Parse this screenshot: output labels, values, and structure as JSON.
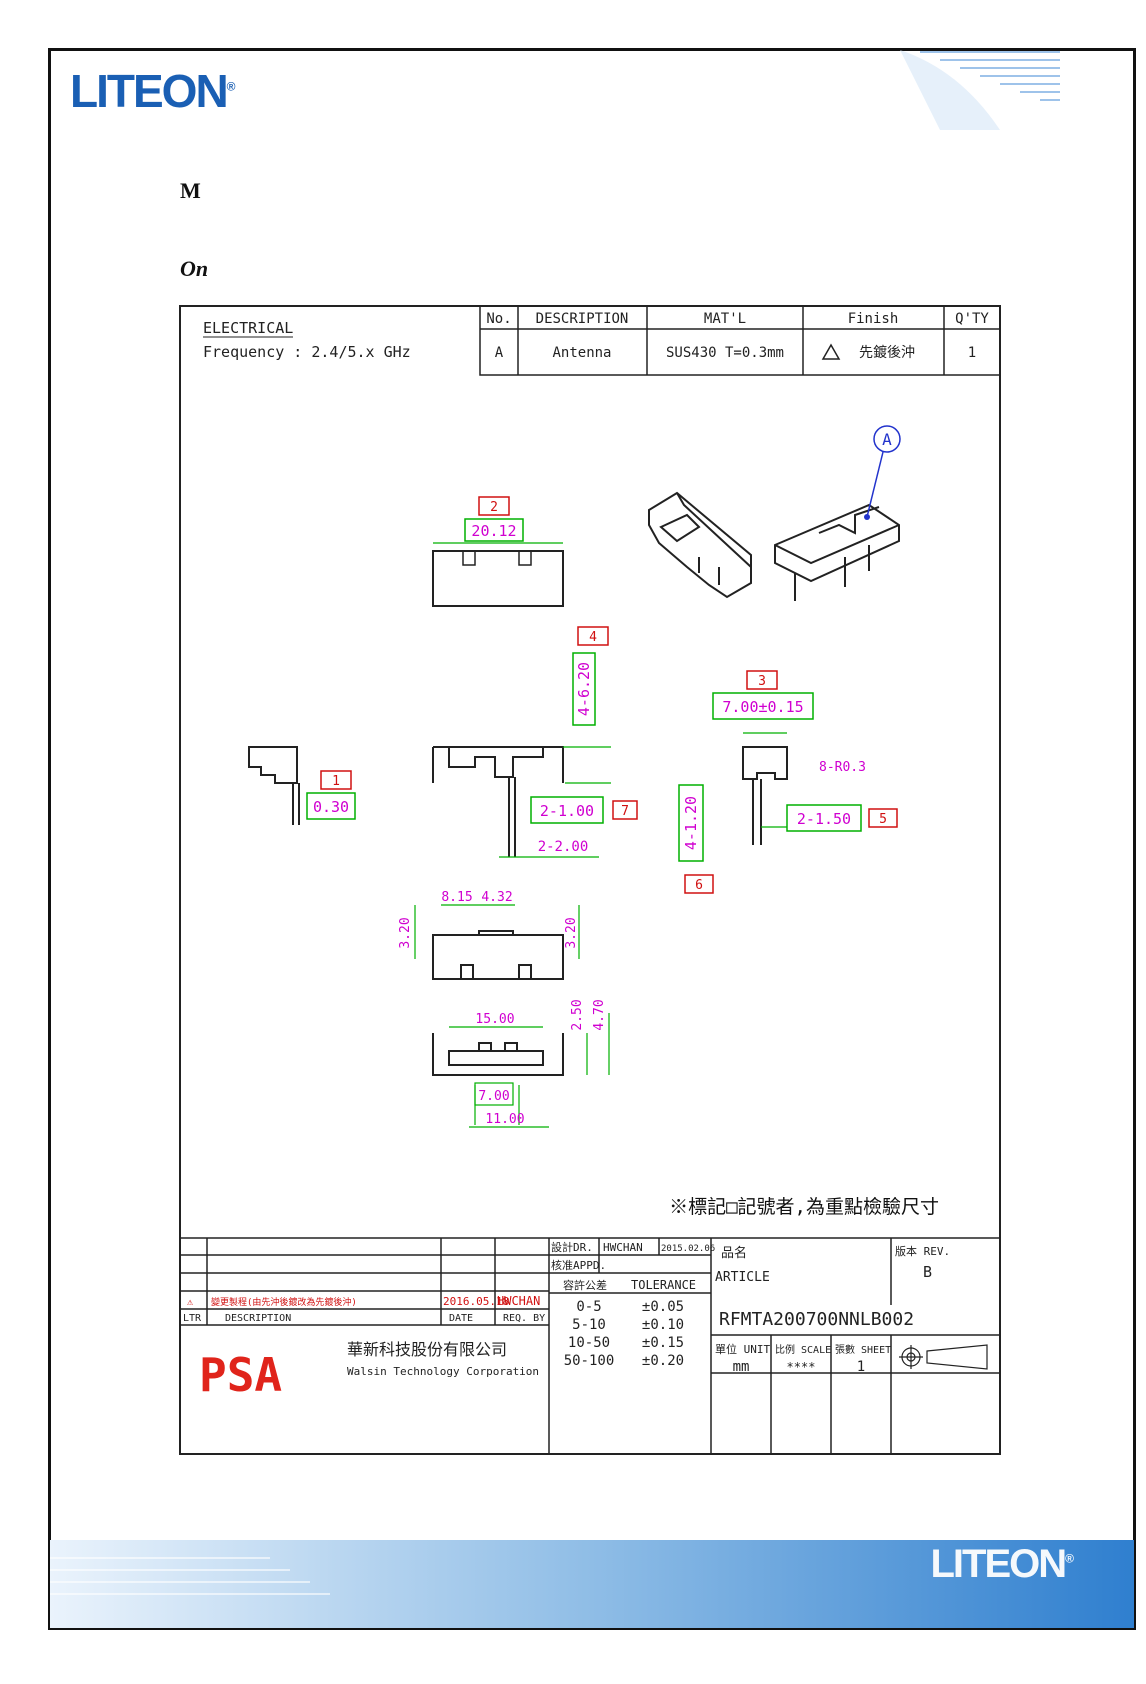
{
  "brand": {
    "logo_top": "LITEON",
    "logo_bottom": "LITEON",
    "registered": "®"
  },
  "headings": {
    "h1": "M",
    "h2": "On"
  },
  "spec_block": {
    "label": "ELECTRICAL",
    "frequency": "Frequency : 2.4/5.x GHz"
  },
  "bom": {
    "headers": [
      "No.",
      "DESCRIPTION",
      "MAT'L",
      "Finish",
      "Q'TY"
    ],
    "row": [
      "A",
      "Antenna",
      "SUS430 T=0.3mm",
      "先鍍後沖",
      "1"
    ]
  },
  "callout_letter": "A",
  "dimensions": {
    "d2": {
      "tag": "2",
      "value": "20.12"
    },
    "d4": {
      "tag": "4",
      "value": "4-6.20"
    },
    "d3": {
      "tag": "3",
      "value": "7.00±0.15"
    },
    "radius": "8-R0.3",
    "d1": {
      "tag": "1",
      "value": "0.30"
    },
    "d7": {
      "tag": "7",
      "value": "2-1.00"
    },
    "d_2_00": "2-2.00",
    "d5": {
      "tag": "5",
      "value": "2-1.50"
    },
    "d6": {
      "tag": "6",
      "value": "4-1.20"
    },
    "d8_15": "8.15",
    "d4_32": "4.32",
    "d3_20_left": "3.20",
    "d3_20_right": "3.20",
    "d15_00": "15.00",
    "d2_50": "2.50",
    "d4_70": "4.70",
    "d7_00": "7.00",
    "d11_00": "11.00"
  },
  "note": "※標記□記號者,為重點檢驗尺寸",
  "title_block": {
    "revision_row": {
      "mark": "⚠",
      "description": "變更製程(由先沖後鍍改為先鍍後沖)",
      "date": "2016.05.18",
      "by": "HWCHAN"
    },
    "ltr": "LTR",
    "description_h": "DESCRIPTION",
    "date_h": "DATE",
    "req_by_h": "REQ. BY",
    "company_cn": "華新科技股份有限公司",
    "company_en": "Walsin Technology Corporation",
    "company_logo": "PSA",
    "designed_label": "設計DR.",
    "designer": "HWCHAN",
    "design_date": "2015.02.06",
    "approved_label": "核准APPD.",
    "tolerance_label_cn": "容許公差",
    "tolerance_label": "TOLERANCE",
    "tolerances": [
      [
        "0-5",
        "±0.05"
      ],
      [
        "5-10",
        "±0.10"
      ],
      [
        "10-50",
        "±0.15"
      ],
      [
        "50-100",
        "±0.20"
      ]
    ],
    "article_label_cn": "品名",
    "article_label": "ARTICLE",
    "rev_label": "版本 REV.",
    "rev_value": "B",
    "part_number": "RFMTA200700NNLB002",
    "unit_label": "單位 UNIT",
    "unit_value": "mm",
    "scale_label": "比例 SCALE",
    "scale_value": "****",
    "sheet_label": "張數 SHEET",
    "sheet_value": "1"
  },
  "colors": {
    "dim_text": "#d000d0",
    "dim_line": "#00b000",
    "tag": "#d01010",
    "logo_blue": "#1a5fb4"
  }
}
